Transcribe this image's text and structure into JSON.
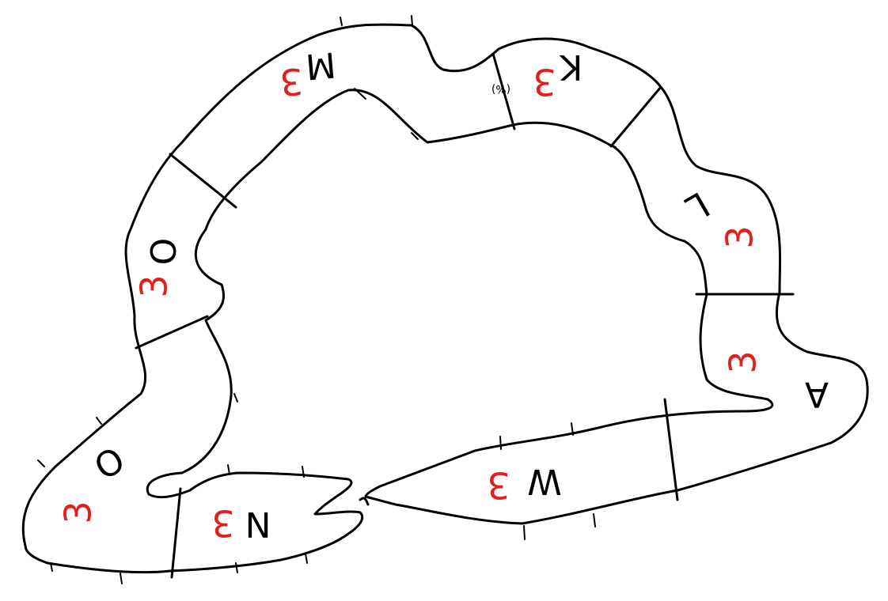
{
  "colors": {
    "line": "#000000",
    "number": "#e0201c",
    "letter": "#000000"
  },
  "regions": [
    {
      "id": "k",
      "letter": "K",
      "number": "3",
      "flipped": true
    },
    {
      "id": "m-top",
      "letter": "M",
      "number": "3",
      "flipped": true
    },
    {
      "id": "l",
      "letter": "L",
      "number": "3",
      "flipped": true
    },
    {
      "id": "a",
      "letter": "A",
      "number": "3",
      "flipped": true
    },
    {
      "id": "o-left",
      "letter": "O",
      "number": "3",
      "flipped": true
    },
    {
      "id": "o-bottom",
      "letter": "O",
      "number": "3",
      "flipped": true
    },
    {
      "id": "n",
      "letter": "N",
      "number": "3",
      "flipped": true
    },
    {
      "id": "w",
      "letter": "W",
      "number": "3",
      "flipped": true
    }
  ],
  "annotation": "(%)"
}
